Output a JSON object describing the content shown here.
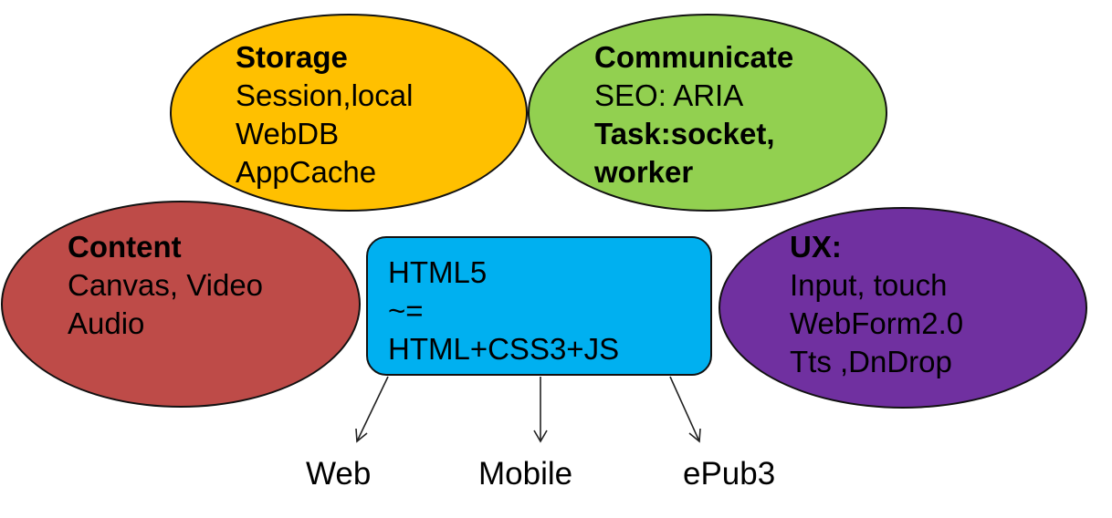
{
  "storage": {
    "title": "Storage",
    "lines": [
      "Session,local",
      "WebDB",
      "AppCache"
    ]
  },
  "communicate": {
    "title": "Communicate",
    "line1": "SEO: ARIA",
    "bold1": "Task:socket,",
    "bold2": "worker"
  },
  "content": {
    "title": "Content",
    "lines": [
      "Canvas, Video",
      "Audio"
    ]
  },
  "ux": {
    "title": "UX:",
    "lines": [
      "Input, touch",
      "WebForm2.0",
      "Tts ,DnDrop"
    ]
  },
  "center": {
    "lines": [
      "HTML5",
      "~=",
      "HTML+CSS3+JS"
    ]
  },
  "outputs": [
    "Web",
    "Mobile",
    "ePub3"
  ],
  "colors": {
    "storage": "#ffc000",
    "communicate": "#92d050",
    "content": "#be4b48",
    "ux": "#7030a0",
    "center": "#00b0f0"
  }
}
